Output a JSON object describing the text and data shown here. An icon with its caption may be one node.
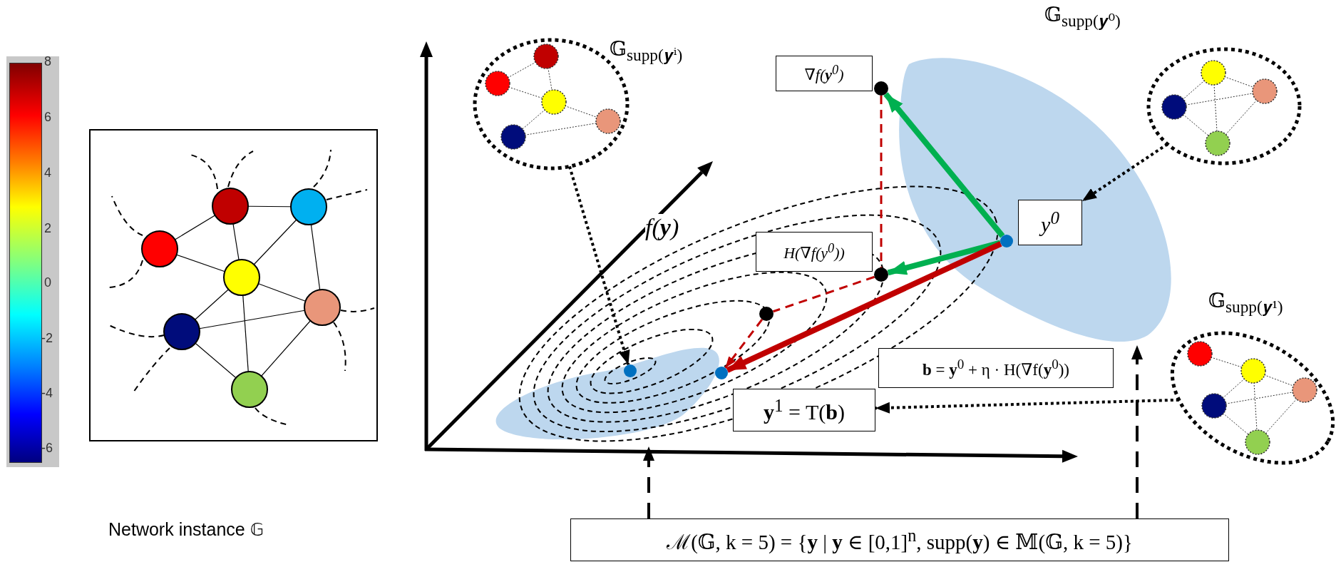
{
  "diagram": {
    "nodes": [
      {
        "text": [],
        "shape": "box"
      },
      {
        "text": [],
        "shape": "ellipse",
        "beside": [
          "𝔾$_{supp(𝒚ⁱ)}$"
        ]
      },
      {
        "text": [
          "∇f(**y**$^{0}$)"
        ]
      },
      {
        "text": [],
        "shape": "circle"
      },
      {
        "text": [],
        "shape": "ellipse",
        "beside": [
          "𝔾$_{supp(𝒚⁰)}$"
        ]
      },
      {
        "text": [],
        "shape": "blob"
      },
      {
        "text": [
          "y$^{0}$"
        ],
        "in": 5
      },
      {
        "text": [],
        "shape": "circle",
        "in": 5
      },
      {
        "text": [
          "H(∇f(y$^{0}$))"
        ]
      },
      {
        "text": [],
        "shape": "circle"
      },
      {
        "text": [],
        "shape": "circle"
      },
      {
        "text": [
          "**b** = **y**$^{0}$ + η · H(∇f(**y**$^{0}$))"
        ]
      },
      {
        "text": [],
        "shape": "ellipse",
        "beside": [
          "𝔾$_{supp(𝒚¹)}$"
        ]
      },
      {
        "text": [],
        "shape": "blob"
      },
      {
        "text": [],
        "shape": "circle",
        "in": 13
      },
      {
        "text": [],
        "shape": "circle",
        "in": 13
      },
      {
        "text": [
          "**y**$^{1}$ = T(**b**)"
        ]
      },
      {
        "text": [
          "ℳ(𝔾, k = 5) = {**y** | **y** ∈ [0,1]$^{n}$, supp(**y**) ∈ 𝕄(𝔾, k = 5)}"
        ]
      }
    ],
    "edges": [
      {
        "from": 1,
        "to": 14,
        "arrow": "to",
        "style": "dashed"
      },
      {
        "from": 7,
        "to": 3,
        "arrow": "to",
        "style": "thick",
        "color": "#00b050"
      },
      {
        "from": 7,
        "to": 9,
        "arrow": "to",
        "style": "thick",
        "color": "#00b050"
      },
      {
        "from": 3,
        "to": 9,
        "arrow": "none",
        "style": "dashed",
        "color": "#c00000"
      },
      {
        "from": 9,
        "to": 10,
        "arrow": "none",
        "style": "dashed",
        "color": "#c00000"
      },
      {
        "from": 10,
        "to": 15,
        "arrow": "to",
        "style": "dashed",
        "color": "#c00000"
      },
      {
        "from": 7,
        "to": 15,
        "arrow": "to",
        "style": "thick",
        "color": "#c00000"
      },
      {
        "from": 4,
        "to": 6,
        "arrow": "to",
        "style": "dashed"
      },
      {
        "from": 12,
        "to": 16,
        "arrow": "to",
        "style": "dashed"
      },
      {
        "from": 17,
        "to": 13,
        "arrow": "to",
        "style": "dashed"
      },
      {
        "from": 17,
        "to": 5,
        "arrow": "to",
        "style": "dashed"
      }
    ],
    "labels": [
      "8",
      "6",
      "4",
      "2",
      "0",
      "-2",
      "-4",
      "-6",
      "Network instance 𝔾",
      "f(**y**)"
    ]
  }
}
